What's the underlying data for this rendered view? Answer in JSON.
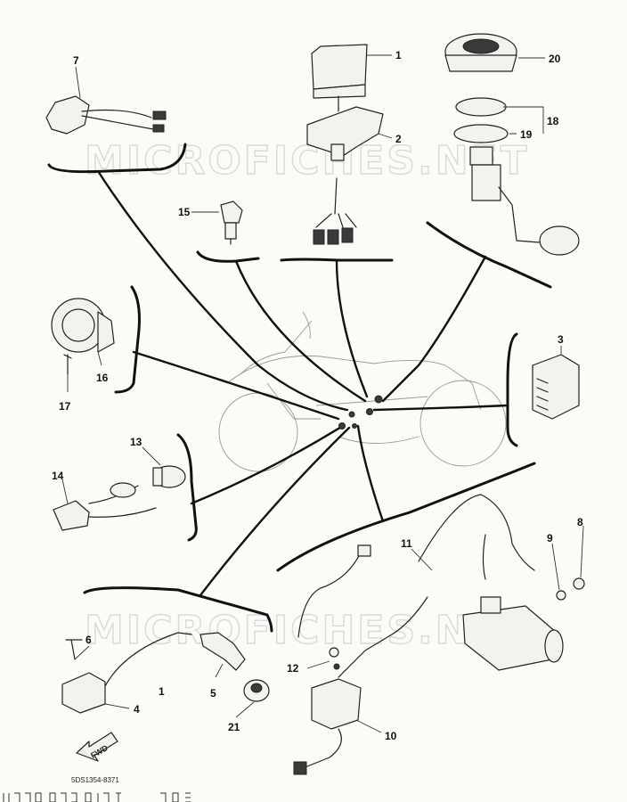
{
  "watermarks": [
    "MICROFICHES.NET",
    "MICROFICHES.NET"
  ],
  "callouts": [
    "1",
    "2",
    "3",
    "4",
    "5",
    "6",
    "7",
    "8",
    "9",
    "10",
    "11",
    "12",
    "13",
    "14",
    "15",
    "16",
    "17",
    "18",
    "19",
    "20",
    "21",
    "1"
  ],
  "fwd_label": "FWD",
  "drawing_code": "5DS1354-8371"
}
